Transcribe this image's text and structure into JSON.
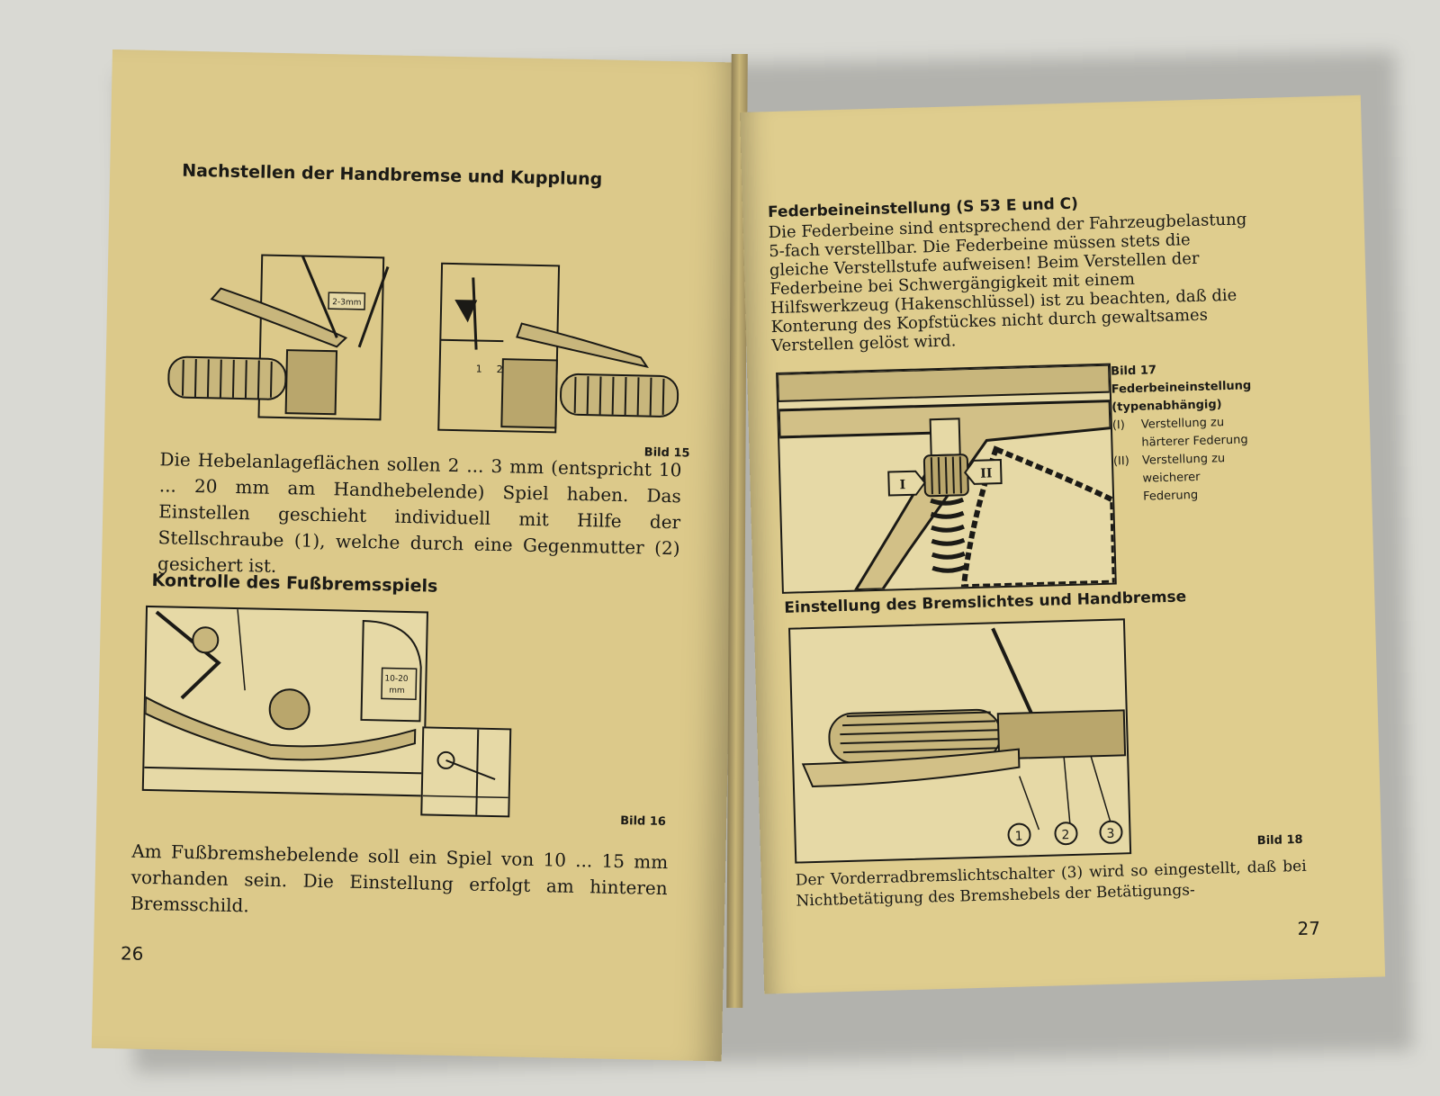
{
  "left_page": {
    "heading_1": "Nachstellen der Handbremse und Kupplung",
    "figure_1_caption": "Bild 15",
    "figure_1_marks": {
      "measure": "2-3mm",
      "n1": "1",
      "n2": "2"
    },
    "paragraph_1": "Die Hebelanlageflächen sollen 2 ... 3 mm (entspricht 10 ... 20 mm am Handhebelende) Spiel haben. Das Einstellen geschieht individuell mit Hilfe der Stellschraube (1), welche durch eine Gegenmutter (2) gesichert ist.",
    "heading_2": "Kontrolle des Fußbremsspiels",
    "figure_2_caption": "Bild 16",
    "figure_2_marks": {
      "measure_1": "10-20",
      "measure_2": "mm"
    },
    "paragraph_2": "Am Fußbremshebelende soll ein Spiel von 10 ... 15 mm vorhanden sein. Die Einstellung erfolgt am hinteren Bremsschild.",
    "page_number": "26"
  },
  "right_page": {
    "heading_1": "Federbeineinstellung (S 53 E und C)",
    "paragraph_1": "Die Federbeine sind entsprechend der Fahrzeugbelastung 5-fach verstellbar. Die Federbeine müssen stets die gleiche Verstellstufe aufweisen! Beim Verstellen der Federbeine bei Schwergängigkeit mit einem Hilfswerkzeug (Hakenschlüssel) ist zu beachten, daß die Konterung des Kopfstückes nicht durch gewaltsames Verstellen gelöst wird.",
    "figure_1_caption": "Bild 17",
    "figure_1_title_1": "Federbeineinstellung",
    "figure_1_title_2": "(typenabhängig)",
    "figure_1_marks": {
      "roman_1": "I",
      "roman_2": "II"
    },
    "figure_1_legend": [
      {
        "num": "(I)",
        "text_1": "Verstellung zu",
        "text_2": "härterer Federung"
      },
      {
        "num": "(II)",
        "text_1": "Verstellung zu",
        "text_2": "weicherer",
        "text_3": "Federung"
      }
    ],
    "heading_2": "Einstellung des Bremslichtes und Handbremse",
    "figure_2_caption": "Bild 18",
    "figure_2_marks": {
      "c1": "1",
      "c2": "2",
      "c3": "3"
    },
    "paragraph_2": "Der Vorderradbremslichtschalter (3) wird so eingestellt, daß bei Nichtbetätigung des Bremshebels der Betätigungs-",
    "page_number": "27"
  },
  "colors": {
    "paper": "#dcc98a",
    "ink": "#1b1a16",
    "background": "#d9d9d3"
  }
}
